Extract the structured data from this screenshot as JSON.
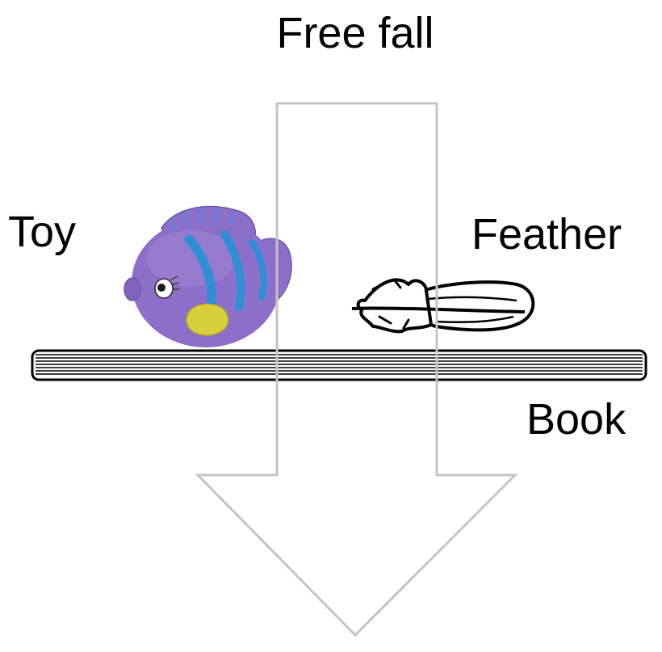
{
  "title": "Free fall",
  "labels": {
    "toy": "Toy",
    "feather": "Feather",
    "book": "Book"
  },
  "colors": {
    "arrow_outline": "#c4c4c4",
    "toy_body": "#8b6fc9",
    "toy_stripes": "#2f8fd6",
    "toy_fin_spot": "#d8cf3a",
    "book_stroke": "#000000",
    "text": "#000000"
  },
  "icons": {
    "arrow": "down-arrow-icon",
    "toy": "fish-toy-icon",
    "feather": "feather-icon",
    "book": "book-icon"
  }
}
